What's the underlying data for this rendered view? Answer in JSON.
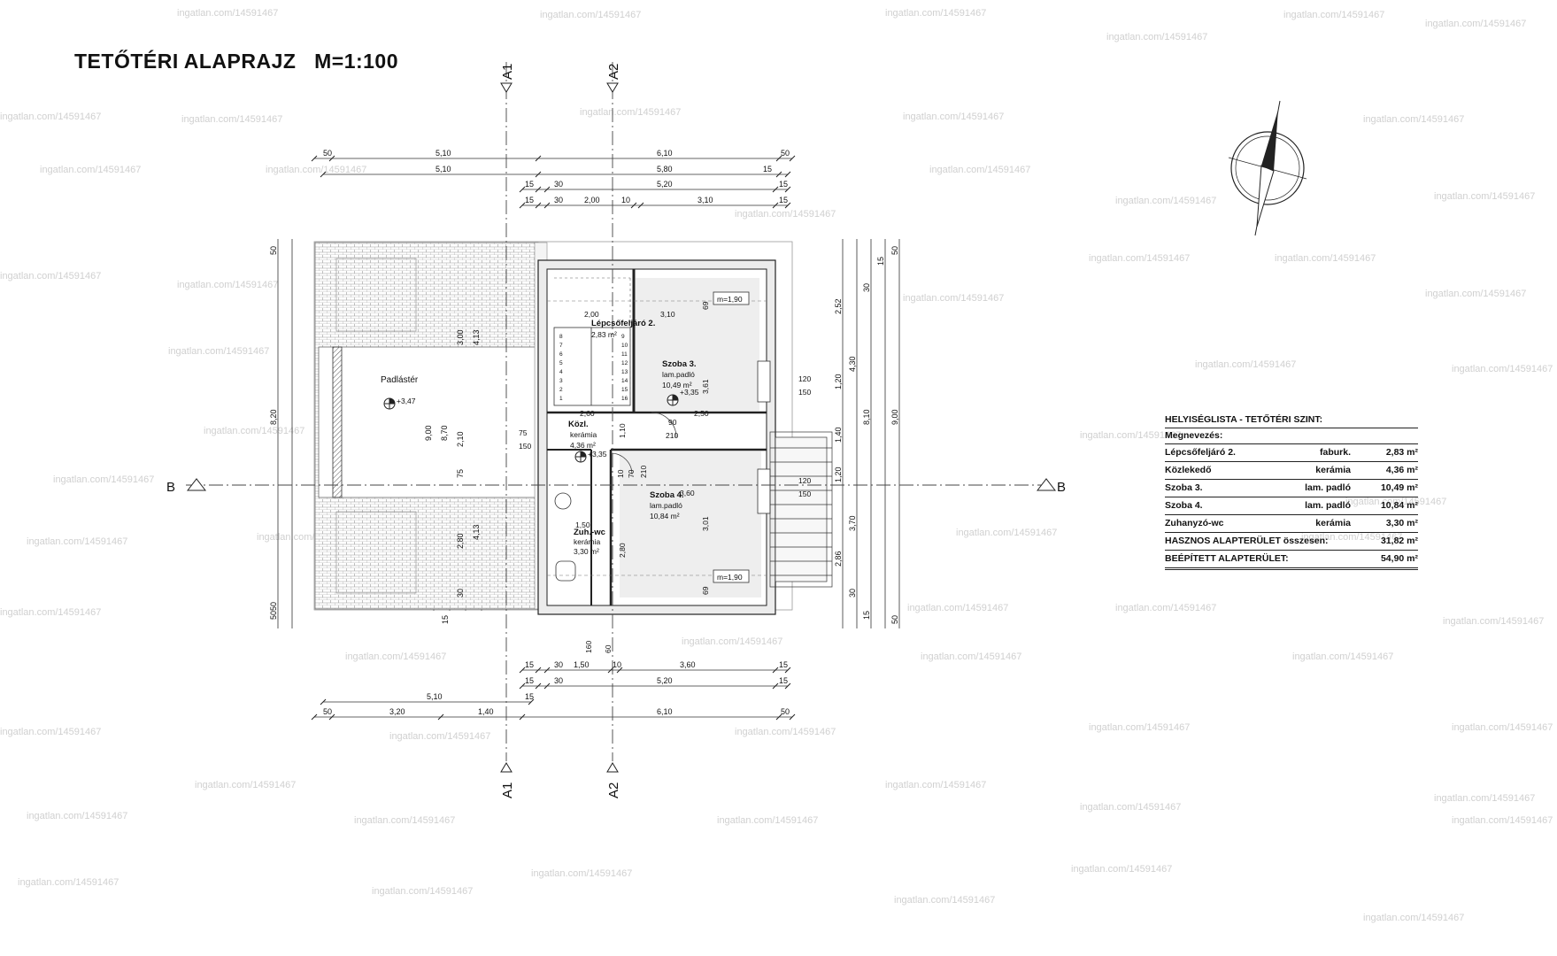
{
  "title": "TETŐTÉRI ALAPRAJZ   M=1:100",
  "watermark": "ingatlan.com/14591467",
  "section_marks": {
    "a1": "A1",
    "a2": "A2",
    "b": "B"
  },
  "rooms": {
    "padlaster": {
      "name": "Padlástér",
      "level": "+3,47"
    },
    "lepcso": {
      "name": "Lépcsőfeljáró 2.",
      "area": "2,83 m²"
    },
    "szoba3": {
      "name": "Szoba 3.",
      "floor": "lam.padló",
      "area": "10,49 m²",
      "level": "+3,35"
    },
    "kozl": {
      "name": "Közl.",
      "floor": "kerámia",
      "area": "4,36 m²",
      "level": "+3,35"
    },
    "szoba4": {
      "name": "Szoba 4.",
      "floor": "lam.padló",
      "area": "10,84 m²"
    },
    "zuh": {
      "name": "Zuh.-wc",
      "floor": "kerámia",
      "area": "3,30 m²"
    },
    "height_tag": "m=1,90"
  },
  "dims_top": {
    "r1": [
      "50",
      "5,10",
      "6,10",
      "50"
    ],
    "r2": [
      "5,10",
      "5,80",
      "15"
    ],
    "r3": [
      "15",
      "30",
      "5,20",
      "15"
    ],
    "r4": [
      "15",
      "30",
      "2,00",
      "10",
      "3,10",
      "15"
    ]
  },
  "dims_bottom": {
    "r1": [
      "15",
      "30",
      "1,50",
      "10",
      "3,60",
      "15"
    ],
    "r2": [
      "15",
      "30",
      "5,20",
      "15"
    ],
    "r3": [
      "5,10",
      "15"
    ],
    "r4": [
      "50",
      "3,20",
      "1,40",
      "6,10",
      "50"
    ]
  },
  "dims_left": [
    "50",
    "8,20",
    "50",
    "9,00",
    "8,70",
    "2,10",
    "75",
    "4,13",
    "3,00",
    "4,13",
    "2,80",
    "30",
    "15",
    "50"
  ],
  "dims_right": [
    "50",
    "15",
    "30",
    "2,52",
    "4,30",
    "1,20",
    "8,10",
    "9,00",
    "1,40",
    "1,20",
    "3,70",
    "2,86",
    "30",
    "15",
    "50"
  ],
  "dims_inner": [
    "2,00",
    "3,10",
    "2,60",
    "2,50",
    "1,50",
    "3,60",
    "90",
    "210",
    "75",
    "150",
    "120",
    "150",
    "120",
    "150",
    "3,61",
    "3,01",
    "1,10",
    "60",
    "160",
    "10",
    "70",
    "210",
    "2,80",
    "69",
    "69"
  ],
  "stair_numbers": [
    "1",
    "2",
    "3",
    "4",
    "5",
    "6",
    "7",
    "8",
    "9",
    "10",
    "11",
    "12",
    "13",
    "14",
    "15",
    "16"
  ],
  "legend": {
    "header": "HELYISÉGLISTA - TETŐTÉRI SZINT:",
    "col": "Megnevezés:",
    "rows": [
      {
        "name": "Lépcsőfeljáró 2.",
        "floor": "faburk.",
        "area": "2,83 m²"
      },
      {
        "name": "Közlekedő",
        "floor": "kerámia",
        "area": "4,36 m²"
      },
      {
        "name": "Szoba 3.",
        "floor": "lam. padló",
        "area": "10,49 m²"
      },
      {
        "name": "Szoba 4.",
        "floor": "lam. padló",
        "area": "10,84 m²"
      },
      {
        "name": "Zuhanyzó-wc",
        "floor": "kerámia",
        "area": "3,30 m²"
      }
    ],
    "total_useful_label": "HASZNOS ALAPTERÜLET összesen:",
    "total_useful": "31,82 m²",
    "built_label": "BEÉPÍTETT ALAPTERÜLET:",
    "built": "54,90 m²"
  }
}
